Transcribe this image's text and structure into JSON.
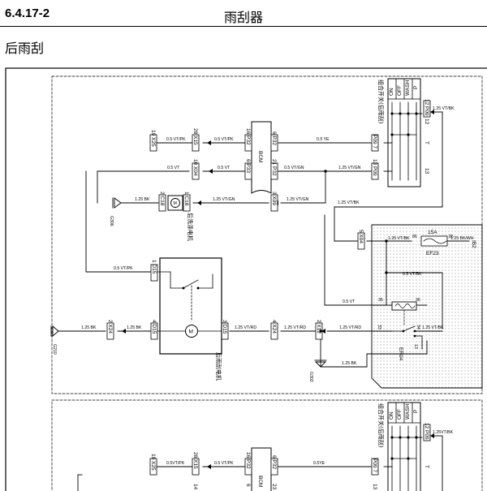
{
  "header": {
    "section_number": "6.4.17-2",
    "title": "雨刮器"
  },
  "subtitle": "后雨刮",
  "diagram": {
    "combo_switch_label": "组合开关(后雨刮)",
    "switch_positions": [
      "ON",
      "OFF",
      "WASH",
      "P"
    ],
    "bcm_label": "BCM",
    "rear_washer_motor_label": "后洗涤电机",
    "rear_wiper_motor_label": "后雨刮电机",
    "fuse": {
      "rating": "15A",
      "name": "EF23"
    },
    "relay_name": "ER04",
    "ground_labels": [
      "G306",
      "G210",
      "G302"
    ],
    "wires": {
      "vt_pk": "0.5 VT/PK",
      "vt": "0.5 VT",
      "ye": "0.5 YE",
      "vt_gn": "1.25 VT/GN",
      "vt_gn_small": "0.5 VT/GN",
      "vt_bk": "1.25 VT/BK",
      "vt_bk_small": "0.5 VT/BK",
      "bk": "1.25 BK",
      "vt_rd": "1.25 VT/RD",
      "bk_wh": "1.25 BK/WH",
      "vt_bk_lower": "1.25VT/BK",
      "ye_lower": "0.5YE",
      "vt_pk_lower": "0.5VT/PK"
    },
    "connectors": {
      "x25_19": "19 X25",
      "x15_28": "28 X15",
      "p32_16": "16 P32",
      "p32_6": "6 P32",
      "p09_7": "P09 7",
      "p09_12": "12 P09",
      "x04_10": "10 X04",
      "p33_6": "6 P33",
      "p32_21": "21 P32",
      "p09_13": "13 P09",
      "c18_2": "2 C18",
      "c18_1": "1 C18",
      "x09_3": "3 X09",
      "x04_5": "5 X04",
      "d15_1": "1 D15",
      "d15_4": "4 D15",
      "d15_3": "3 D15",
      "x24_2": "2 X24",
      "x24_4": "4 X24",
      "x12_2": "2 X12",
      "pin_86": "86",
      "pin_85": "85",
      "pin_35": "35",
      "pin_36": "36",
      "pin_33": "33",
      "pin_34": "34",
      "pin_13": "13",
      "n14": "14",
      "n6": "6",
      "n23": "23",
      "n13": "13"
    },
    "side_nums": [
      "12",
      "T",
      "13"
    ],
    "fuse_out": "IB2"
  }
}
